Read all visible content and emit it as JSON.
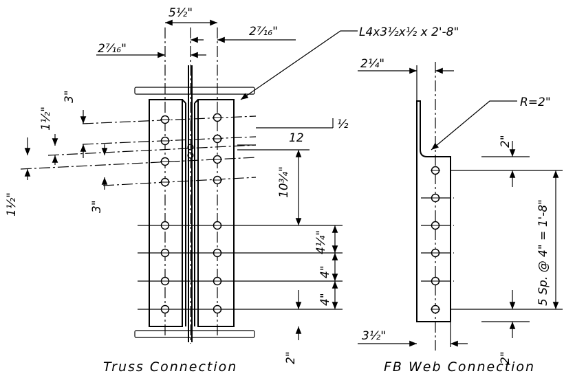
{
  "truss": {
    "caption": "Truss Connection",
    "dim_width": "5½\"",
    "dim_left_gage": "2⁷⁄₁₆\"",
    "dim_right_gage": "2⁷⁄₁₆\"",
    "angle_callout": "L4x3½x½ x 2'-8\"",
    "slope_rise": "½",
    "slope_run": "12",
    "dim_top_spacing": "3\"",
    "dim_half_a": "1½\"",
    "dim_half_b": "1½\"",
    "dim_lower_spacing": "3\"",
    "dim_drop": "10¾\"",
    "dim_space_1": "4¼\"",
    "dim_space_2": "4\"",
    "dim_space_3": "4\"",
    "dim_edge": "2\""
  },
  "web": {
    "caption": "FB Web Connection",
    "dim_gage_top": "2¼\"",
    "radius": "R=2\"",
    "dim_edge_top": "2\"",
    "dim_spacing": "5 Sp. @ 4\" = 1'-8\"",
    "dim_gage_bottom": "3½\"",
    "dim_edge_bottom": "2\""
  }
}
